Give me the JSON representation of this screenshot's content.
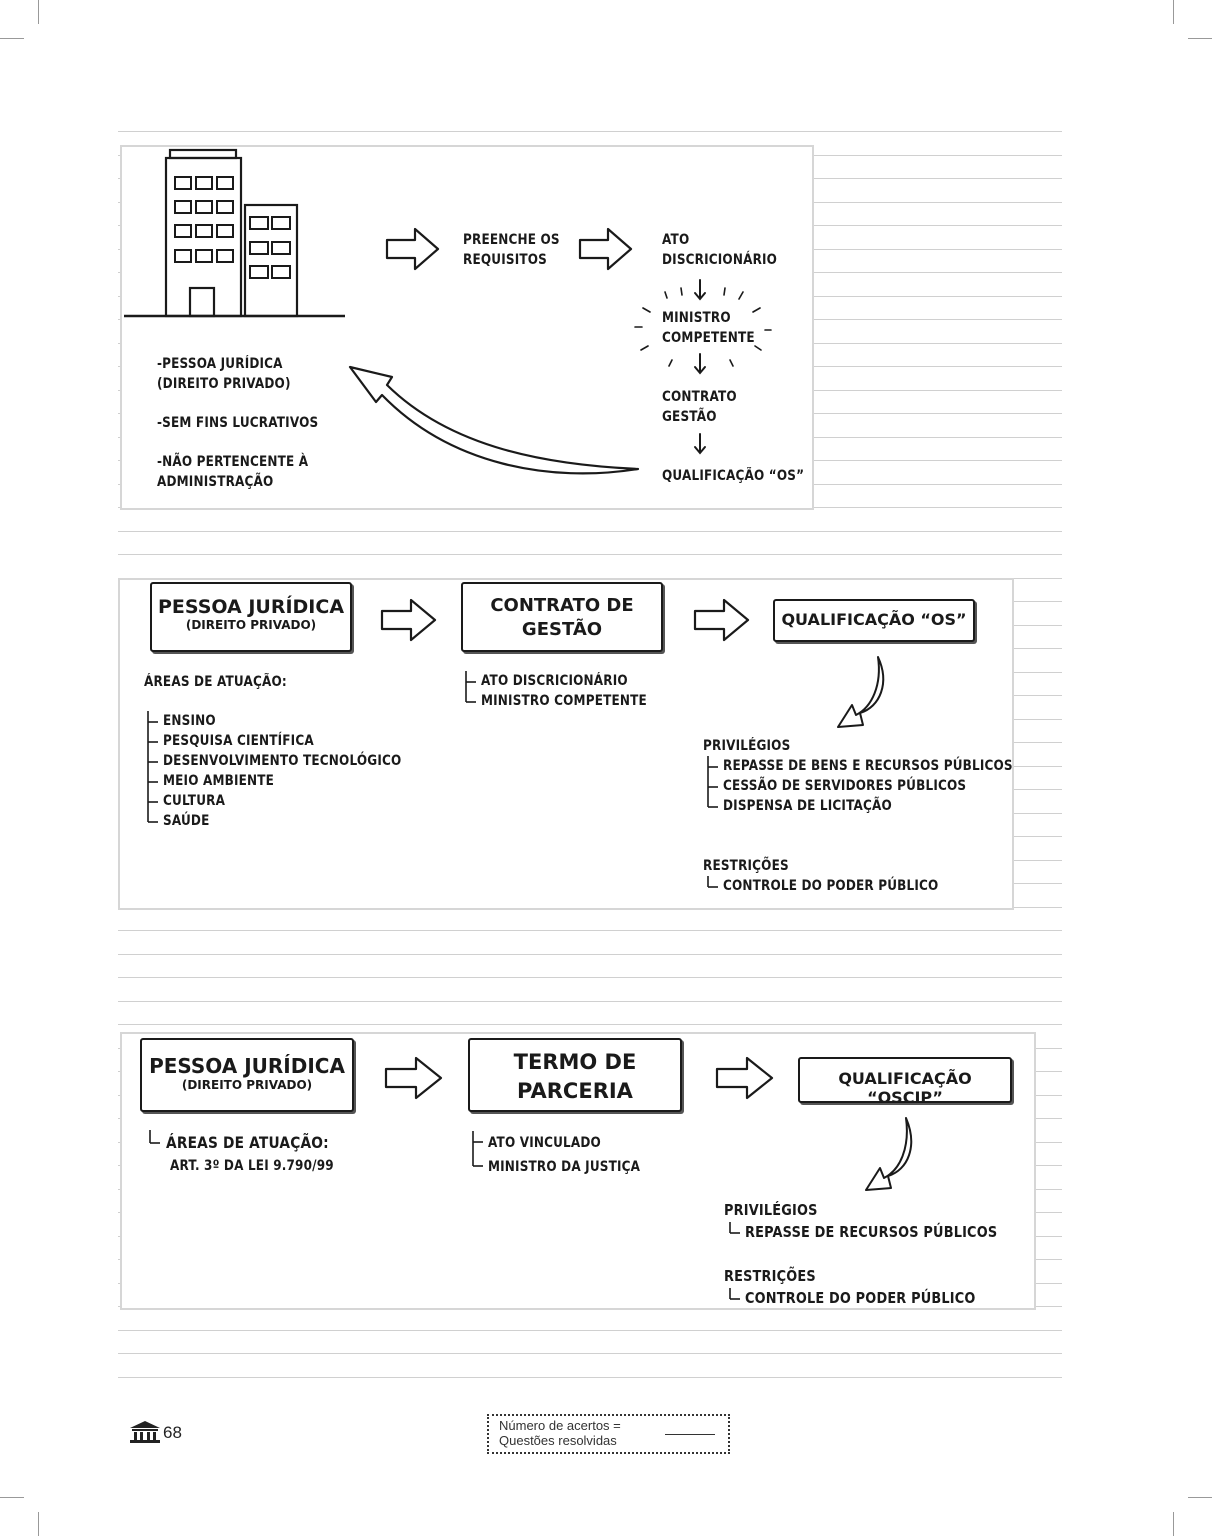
{
  "panel1": {
    "step_preenche": [
      "PREENCHE OS",
      "REQUISITOS"
    ],
    "step_ato": [
      "ATO",
      "DISCRICIONÁRIO"
    ],
    "step_ministro": [
      "MINISTRO",
      "COMPETENTE"
    ],
    "step_contrato": [
      "CONTRATO",
      "GESTÃO"
    ],
    "step_qualificacao": "QUALIFICAÇÃO “OS”",
    "requirements": [
      "-PESSOA JURÍDICA",
      "(DIREITO PRIVADO)",
      "-SEM FINS LUCRATIVOS",
      "-NÃO PERTENCENTE À",
      "ADMINISTRAÇÃO"
    ]
  },
  "panel2": {
    "box1_title": "PESSOA JURÍDICA",
    "box1_sub": "(DIREITO PRIVADO)",
    "box2_title": [
      "CONTRATO DE",
      "GESTÃO"
    ],
    "box3_title": "QUALIFICAÇÃO “OS”",
    "areas_label": "ÁREAS DE ATUAÇÃO:",
    "areas": [
      "ENSINO",
      "PESQUISA CIENTÍFICA",
      "DESENVOLVIMENTO TECNOLÓGICO",
      "MEIO AMBIENTE",
      "CULTURA",
      "SAÚDE"
    ],
    "contract_items": [
      "ATO DISCRICIONÁRIO",
      "MINISTRO COMPETENTE"
    ],
    "privileges_label": "PRIVILÉGIOS",
    "privileges": [
      "REPASSE DE BENS E RECURSOS PÚBLICOS",
      "CESSÃO DE SERVIDORES PÚBLICOS",
      "DISPENSA DE LICITAÇÃO"
    ],
    "restrictions_label": "RESTRIÇÕES",
    "restrictions": [
      "CONTROLE DO PODER PÚBLICO"
    ]
  },
  "panel3": {
    "box1_title": "PESSOA JURÍDICA",
    "box1_sub": "(DIREITO PRIVADO)",
    "box2_title": [
      "TERMO DE",
      "PARCERIA"
    ],
    "box3_title": "QUALIFICAÇÃO “OSCIP”",
    "areas_label": "ÁREAS DE ATUAÇÃO:",
    "areas_ref": "ART. 3º DA LEI 9.790/99",
    "contract_items": [
      "ATO VINCULADO",
      "MINISTRO DA JUSTIÇA"
    ],
    "privileges_label": "PRIVILÉGIOS",
    "privileges": [
      "REPASSE DE RECURSOS PÚBLICOS"
    ],
    "restrictions_label": "RESTRIÇÕES",
    "restrictions": [
      "CONTROLE DO PODER PÚBLICO"
    ]
  },
  "footer": {
    "page_number": "68",
    "score_line1": "Número de acertos   =",
    "score_line2": "Questões resolvidas"
  }
}
